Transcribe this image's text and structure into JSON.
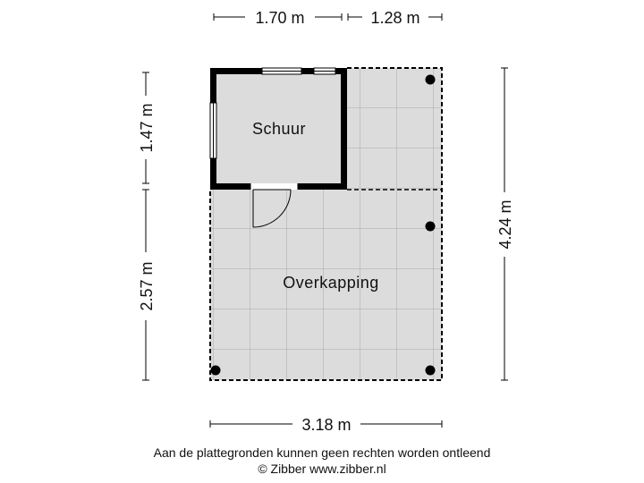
{
  "dimensions": {
    "top_left": "1.70 m",
    "top_right": "1.28 m",
    "left_upper": "1.47 m",
    "left_lower": "2.57 m",
    "right_total": "4.24 m",
    "bottom_total": "3.18 m"
  },
  "rooms": {
    "shed": "Schuur",
    "canopy": "Overkapping"
  },
  "footer": {
    "disclaimer": "Aan de plattegronden kunnen geen rechten worden ontleend",
    "copyright": "© Zibber www.zibber.nl"
  },
  "colors": {
    "floor": "#dcdcdc",
    "grid": "#a9a9a9",
    "wall": "#000000"
  }
}
